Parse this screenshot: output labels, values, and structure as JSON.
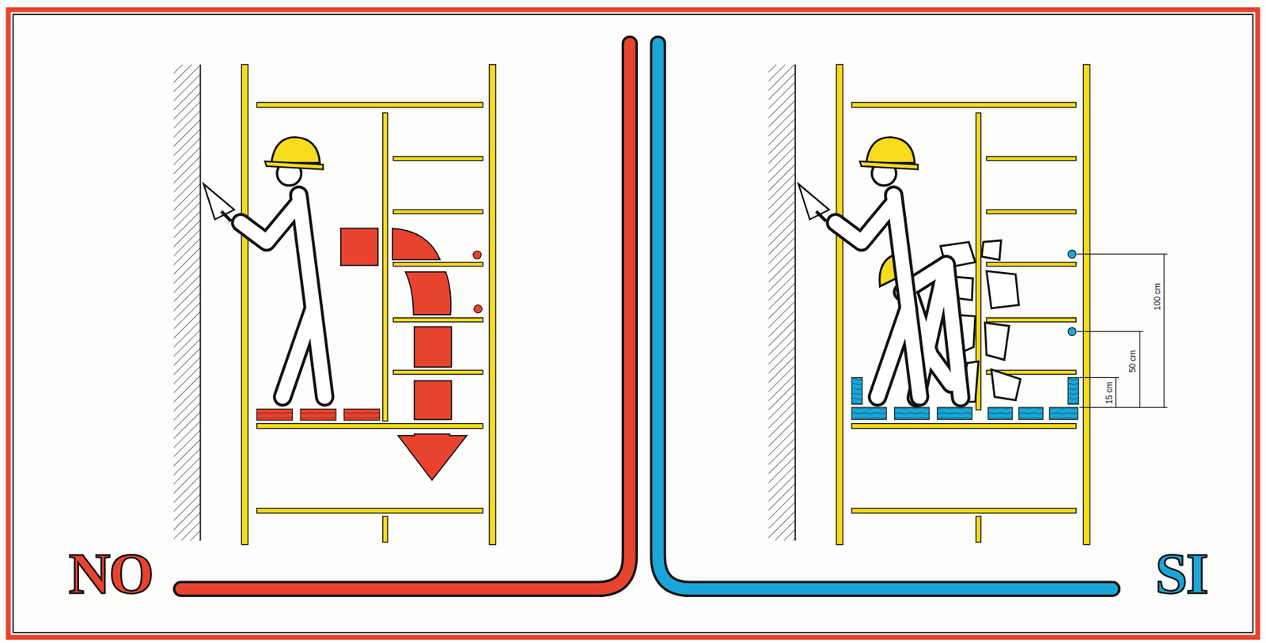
{
  "diagram": {
    "labels": [
      "NO",
      "SI",
      "100 cm",
      "50 cm",
      "15 cm"
    ]
  }
}
